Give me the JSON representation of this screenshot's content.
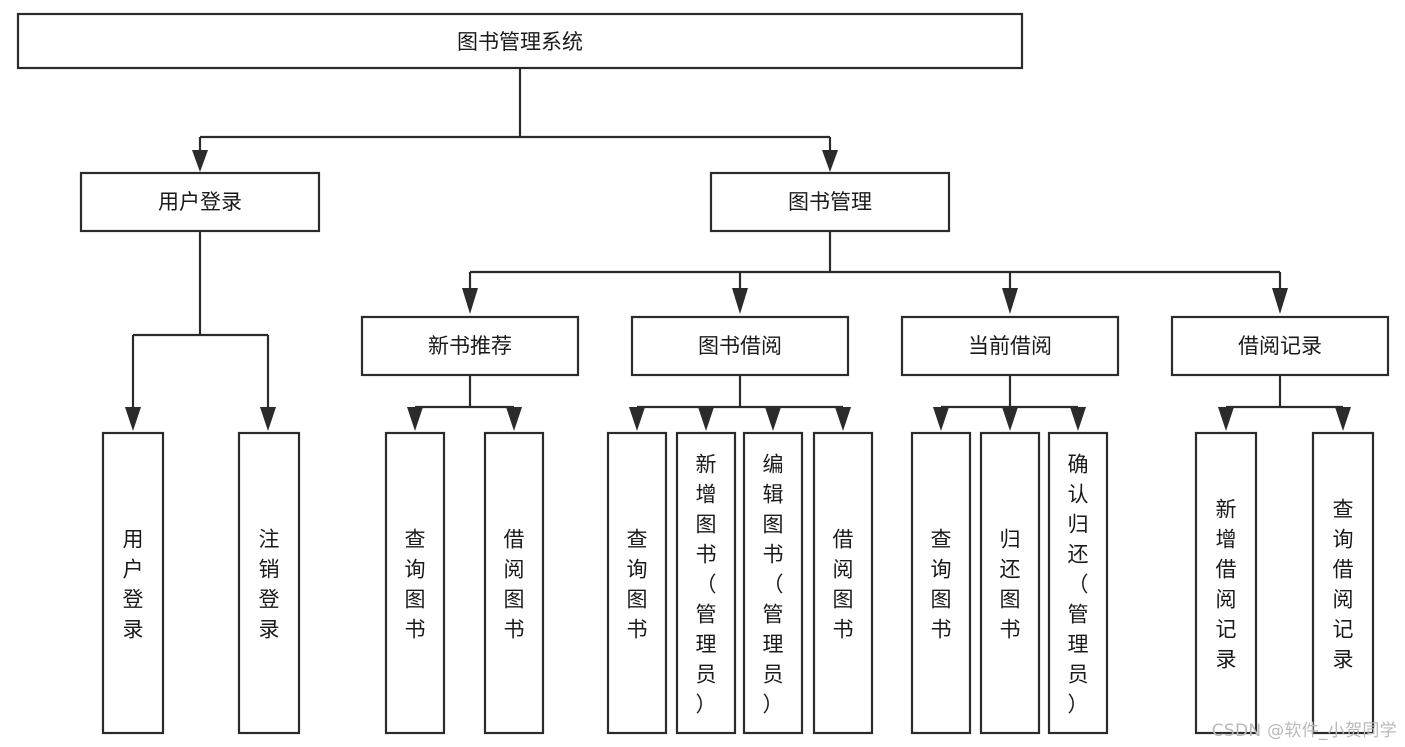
{
  "diagram": {
    "title": "图书管理系统",
    "type": "tree",
    "orientation": "top-down",
    "line_color": "#2b2b2b",
    "box_fill": "#ffffff",
    "text_color": "#1a1a1a",
    "levels": [
      {
        "level": 1,
        "nodes": [
          {
            "id": "root",
            "label": "图书管理系统",
            "text_orientation": "horizontal"
          }
        ]
      },
      {
        "level": 2,
        "nodes": [
          {
            "id": "login",
            "label": "用户登录",
            "text_orientation": "horizontal",
            "parent": "root"
          },
          {
            "id": "bookmgmt",
            "label": "图书管理",
            "text_orientation": "horizontal",
            "parent": "root"
          }
        ]
      },
      {
        "level": 3,
        "nodes": [
          {
            "id": "newbook",
            "label": "新书推荐",
            "text_orientation": "horizontal",
            "parent": "bookmgmt"
          },
          {
            "id": "borrow",
            "label": "图书借阅",
            "text_orientation": "horizontal",
            "parent": "bookmgmt"
          },
          {
            "id": "current",
            "label": "当前借阅",
            "text_orientation": "horizontal",
            "parent": "bookmgmt"
          },
          {
            "id": "records",
            "label": "借阅记录",
            "text_orientation": "horizontal",
            "parent": "bookmgmt"
          }
        ]
      },
      {
        "level": 4,
        "nodes": [
          {
            "id": "leaf-user-login",
            "label": "用户登录",
            "text_orientation": "vertical",
            "parent": "login"
          },
          {
            "id": "leaf-user-logout",
            "label": "注销登录",
            "text_orientation": "vertical",
            "parent": "login"
          },
          {
            "id": "leaf-nb-query",
            "label": "查询图书",
            "text_orientation": "vertical",
            "parent": "newbook"
          },
          {
            "id": "leaf-nb-borrow",
            "label": "借阅图书",
            "text_orientation": "vertical",
            "parent": "newbook"
          },
          {
            "id": "leaf-bw-query",
            "label": "查询图书",
            "text_orientation": "vertical",
            "parent": "borrow"
          },
          {
            "id": "leaf-bw-add",
            "label": "新增图书（管理员）",
            "text_orientation": "vertical",
            "parent": "borrow"
          },
          {
            "id": "leaf-bw-edit",
            "label": "编辑图书（管理员）",
            "text_orientation": "vertical",
            "parent": "borrow"
          },
          {
            "id": "leaf-bw-borrow",
            "label": "借阅图书",
            "text_orientation": "vertical",
            "parent": "borrow"
          },
          {
            "id": "leaf-cur-query",
            "label": "查询图书",
            "text_orientation": "vertical",
            "parent": "current"
          },
          {
            "id": "leaf-cur-return",
            "label": "归还图书",
            "text_orientation": "vertical",
            "parent": "current"
          },
          {
            "id": "leaf-cur-confirm",
            "label": "确认归还（管理员）",
            "text_orientation": "vertical",
            "parent": "current"
          },
          {
            "id": "leaf-rec-add",
            "label": "新增借阅记录",
            "text_orientation": "vertical",
            "parent": "records"
          },
          {
            "id": "leaf-rec-query",
            "label": "查询借阅记录",
            "text_orientation": "vertical",
            "parent": "records"
          }
        ]
      }
    ]
  },
  "watermark": {
    "text": "CSDN @软件_小贺同学"
  }
}
